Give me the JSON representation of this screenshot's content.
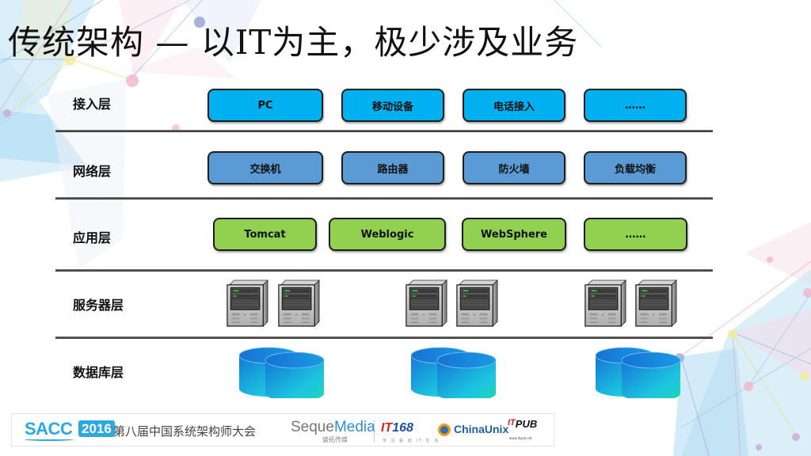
{
  "title": "传统架构 — 以IT为主，极少涉及业务",
  "layers": [
    {
      "label": "接入层",
      "type": "boxes",
      "style": "access",
      "items": [
        "PC",
        "移动设备",
        "电话接入",
        "……"
      ]
    },
    {
      "label": "网络层",
      "type": "boxes",
      "style": "network",
      "items": [
        "交换机",
        "路由器",
        "防火墙",
        "负载均衡"
      ]
    },
    {
      "label": "应用层",
      "type": "boxes",
      "style": "app",
      "items": [
        "Tomcat",
        "Weblogic",
        "WebSphere",
        "……"
      ]
    },
    {
      "label": "服务器层",
      "type": "icons",
      "icon": "server-icon",
      "groups": 3,
      "per_group": 2
    },
    {
      "label": "数据库层",
      "type": "icons",
      "icon": "database-icon",
      "groups": 3,
      "per_group": 2
    }
  ],
  "colors": {
    "access": "#00b0f0",
    "network": "#5b9bd5",
    "app": "#92d050",
    "sacc_blue": "#29a9e0"
  },
  "footer": {
    "sacc": "SACC",
    "year": "2016",
    "conference": "第八届中国系统架构师大会",
    "seque_prefix": "Seque",
    "seque_media": "Media",
    "seque_sub": "盛拓传媒",
    "it168_it": "IT",
    "it168_num": "168",
    "it168_sub": "专 注 驱 动 IT 生 活",
    "chinaunix": "ChinaUnix",
    "itpub_it": "IT",
    "itpub_pub": "PUB",
    "itpub_sub": "www.itpub.net"
  }
}
